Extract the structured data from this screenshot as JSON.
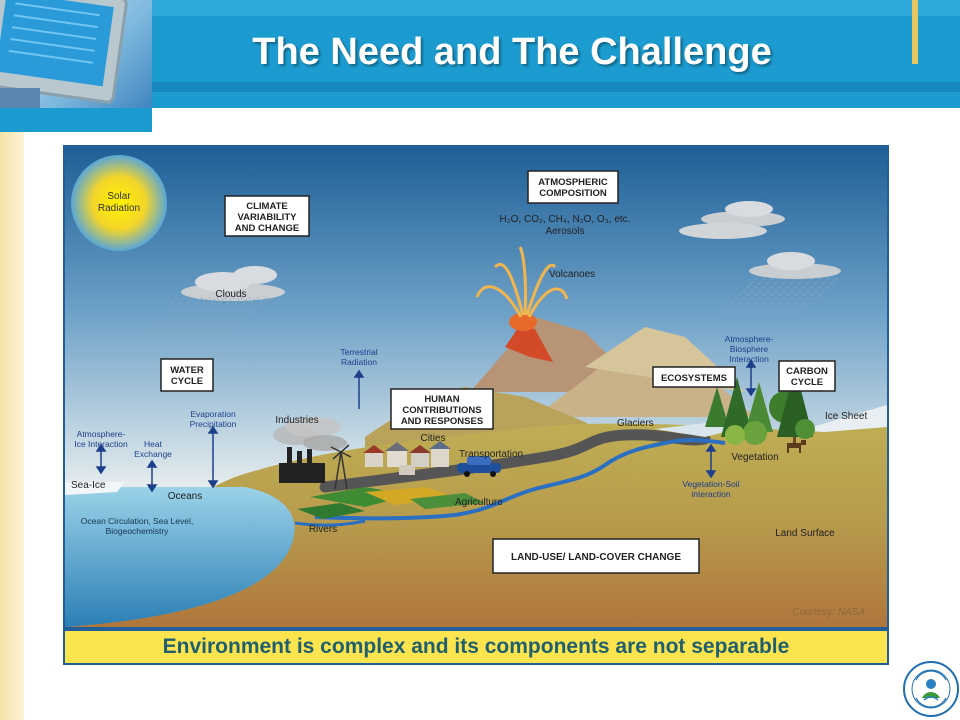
{
  "slide": {
    "title": "The Need and The Challenge",
    "caption": "Environment is complex and its components are not separable"
  },
  "diagram": {
    "boxes": {
      "climate_1": "CLIMATE",
      "climate_2": "VARIABILITY",
      "climate_3": "AND CHANGE",
      "atmos_1": "ATMOSPHERIC",
      "atmos_2": "COMPOSITION",
      "water_1": "WATER",
      "water_2": "CYCLE",
      "human_1": "HUMAN",
      "human_2": "CONTRIBUTIONS",
      "human_3": "AND RESPONSES",
      "ecosystems": "ECOSYSTEMS",
      "carbon_1": "CARBON",
      "carbon_2": "CYCLE",
      "landuse": "LAND-USE/ LAND-COVER CHANGE"
    },
    "labels": {
      "solar_1": "Solar",
      "solar_2": "Radiation",
      "gases": "H₂O, CO₂, CH₄, N₂O, O₃, etc.",
      "aerosols": "Aerosols",
      "clouds": "Clouds",
      "volcanoes": "Volcanoes",
      "terrestrial_1": "Terrestrial",
      "terrestrial_2": "Radiation",
      "atm_bio_1": "Atmosphere-",
      "atm_bio_2": "Biosphere",
      "atm_bio_3": "Interaction",
      "ice_sheet": "Ice Sheet",
      "atm_ice_1": "Atmosphere-",
      "atm_ice_2": "Ice Interaction",
      "heat_1": "Heat",
      "heat_2": "Exchange",
      "evap_1": "Evaporation",
      "evap_2": "Precipitation",
      "industries": "Industries",
      "cities": "Cities",
      "transportation": "Transportation",
      "glaciers": "Glaciers",
      "vegetation": "Vegetation",
      "sea_ice": "Sea-Ice",
      "oceans": "Oceans",
      "ocean_circ_1": "Ocean Circulation, Sea Level,",
      "ocean_circ_2": "Biogeochemistry",
      "agriculture": "Agriculture",
      "rivers": "Rivers",
      "veg_soil_1": "Vegetation-Soil",
      "veg_soil_2": "interaction",
      "land_surface": "Land Surface",
      "courtesy": "Courtesy: NASA"
    }
  },
  "colors": {
    "header_blue": "#1b9bcf",
    "caption_yellow": "#fbe44d",
    "frame_blue": "#1f5f9a"
  }
}
